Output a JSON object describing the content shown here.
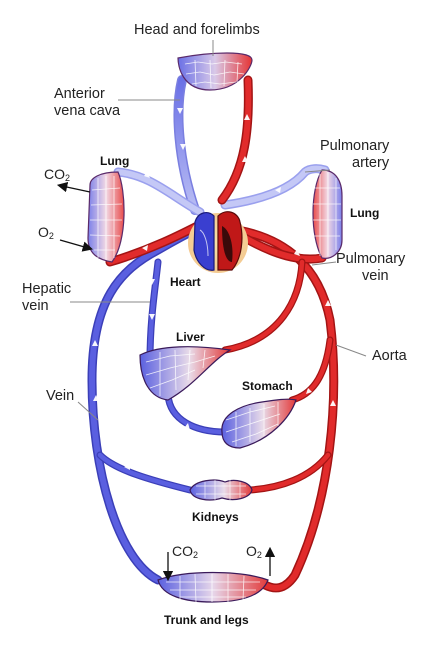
{
  "labels": {
    "head": "Head and forelimbs",
    "anterior_vc_1": "Anterior",
    "anterior_vc_2": "vena cava",
    "pulm_artery_1": "Pulmonary",
    "pulm_artery_2": "artery",
    "pulm_vein_1": "Pulmonary",
    "pulm_vein_2": "vein",
    "hepatic_1": "Hepatic",
    "hepatic_2": "vein",
    "aorta": "Aorta",
    "vein": "Vein",
    "lung_left": "Lung",
    "lung_right": "Lung",
    "heart": "Heart",
    "liver": "Liver",
    "stomach": "Stomach",
    "kidneys": "Kidneys",
    "trunk": "Trunk and legs"
  },
  "gases": {
    "co2_main": "CO",
    "co2_sub": "2",
    "o2_main": "O",
    "o2_sub": "2"
  },
  "colors": {
    "oxygenated": "#e02a2a",
    "deoxygenated": "#4a4fd8",
    "vessel_outline": "#7a1010"
  }
}
